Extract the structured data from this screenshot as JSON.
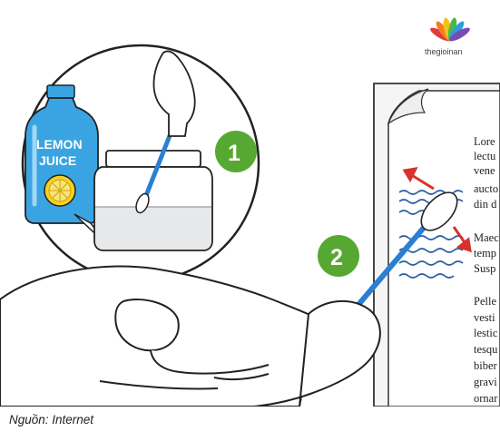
{
  "logo": {
    "text": "thegioinan"
  },
  "bottle_label": {
    "line1": "LEMON",
    "line2": "JUICE"
  },
  "steps": [
    {
      "number": "1"
    },
    {
      "number": "2"
    }
  ],
  "document": {
    "lines": [
      "Lore",
      "lectu",
      "vene",
      "aucto",
      "din d",
      "Maec",
      "temp",
      "Susp",
      "Pelle",
      "vesti",
      "lestic",
      "tesqu",
      "biber",
      "gravi",
      "ornar"
    ]
  },
  "caption": "Nguồn: Internet",
  "colors": {
    "step_green": "#57a832",
    "bottle_blue": "#3aa4e2",
    "swab_blue": "#2b7fd3",
    "arrow_red": "#d9312b",
    "ink_blue": "#2b5fa3"
  }
}
